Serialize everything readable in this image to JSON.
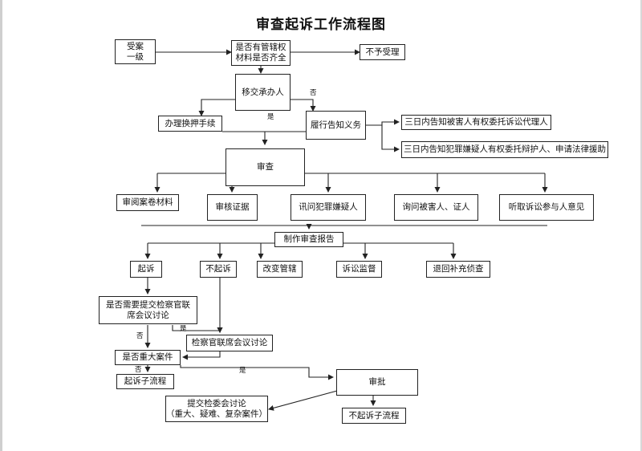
{
  "title": "审查起诉工作流程图",
  "nodes": {
    "accept": "受案\n一级",
    "check_jurisdiction": "是否有管辖权\n材料是否齐全",
    "reject": "不予受理",
    "transfer": "移交承办人",
    "handover": "办理换押手续",
    "notify_duty": "履行告知义务",
    "notify_victim": "三日内告知被害人有权委托诉讼代理人",
    "notify_suspect": "三日内告知犯罪嫌疑人有权委托辩护人、申请法律援助",
    "review": "审查",
    "read_files": "审阅案卷材料",
    "verify_evidence": "审核证据",
    "interrogate": "讯问犯罪嫌疑人",
    "inquire": "询问被害人、证人",
    "hear_opinions": "听取诉讼参与人意见",
    "report": "制作审查报告",
    "prosecute": "起诉",
    "no_prosecute": "不起诉",
    "change_jurisdiction": "改变管辖",
    "litigation_supervision": "诉讼监督",
    "return_investigation": "退回补充侦查",
    "need_joint_meeting": "是否需要提交检察官联\n席会议讨论",
    "joint_meeting": "检察官联席会议讨论",
    "major_case": "是否重大案件",
    "prosecution_subflow": "起诉子流程",
    "approval": "审批",
    "committee": "提交检委会讨论\n（重大、疑难、复杂案件）",
    "no_prosecution_subflow": "不起诉子流程"
  },
  "edge_labels": {
    "no_1": "否",
    "yes_1": "是",
    "no_2": "否",
    "yes_2": "是",
    "no_3": "否",
    "yes_3": "是"
  }
}
